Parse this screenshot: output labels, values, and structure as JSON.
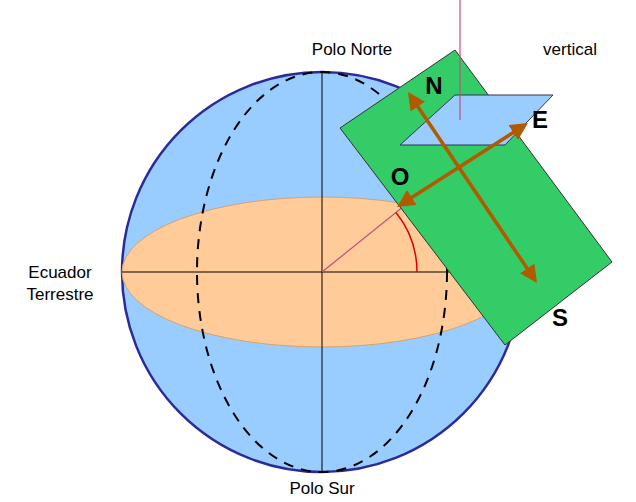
{
  "diagram": {
    "labels": [
      "Polo Norte",
      "vertical",
      "N",
      "E",
      "O",
      "Ecuador Terrestre",
      "S",
      "Polo Sur"
    ]
  }
}
